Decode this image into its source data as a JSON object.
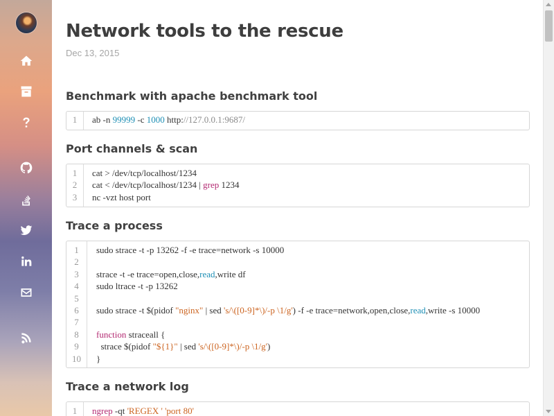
{
  "post": {
    "title": "Network tools to the rescue",
    "date": "Dec 13, 2015"
  },
  "sidebar": {
    "items": [
      {
        "icon": "home-icon"
      },
      {
        "icon": "archive-icon"
      },
      {
        "icon": "question-icon"
      },
      {
        "icon": "github-icon"
      },
      {
        "icon": "stackoverflow-icon"
      },
      {
        "icon": "twitter-icon"
      },
      {
        "icon": "linkedin-icon"
      },
      {
        "icon": "mail-icon"
      },
      {
        "icon": "rss-icon"
      }
    ]
  },
  "sections": [
    {
      "heading": "Benchmark with apache benchmark tool",
      "lines": [
        [
          [
            "ab -n ",
            ""
          ],
          [
            "99999",
            "num"
          ],
          [
            " -c ",
            ""
          ],
          [
            "1000",
            "num"
          ],
          [
            " http:",
            ""
          ],
          [
            "//127.0.0.1:9687/",
            "grey"
          ]
        ]
      ]
    },
    {
      "heading": "Port channels & scan",
      "lines": [
        [
          [
            "cat > /dev/tcp/localhost/1234",
            ""
          ]
        ],
        [
          [
            "cat < /dev/tcp/localhost/1234 | ",
            ""
          ],
          [
            "grep",
            "kw"
          ],
          [
            " 1234",
            ""
          ]
        ],
        [
          [
            "nc -vzt host port",
            ""
          ]
        ]
      ]
    },
    {
      "heading": "Trace a process",
      "lines": [
        [
          [
            "sudo strace -t -p 13262 -f -e trace=network -s 10000",
            ""
          ]
        ],
        [],
        [
          [
            "strace -t -e trace=open,close,",
            ""
          ],
          [
            "read",
            "blue"
          ],
          [
            ",write df",
            ""
          ]
        ],
        [
          [
            "sudo ltrace -t -p 13262",
            ""
          ]
        ],
        [],
        [
          [
            "sudo strace -t $(pidof ",
            ""
          ],
          [
            "\"nginx\"",
            "str"
          ],
          [
            " | sed ",
            ""
          ],
          [
            "'s/\\([0-9]*\\)/-p \\1/g'",
            "str"
          ],
          [
            ") -f -e trace=network,open,close,",
            ""
          ],
          [
            "read",
            "blue"
          ],
          [
            ",write -s 10000",
            ""
          ]
        ],
        [],
        [
          [
            "function",
            "kw"
          ],
          [
            " straceall {",
            ""
          ]
        ],
        [
          [
            "  strace $(pidof ",
            ""
          ],
          [
            "\"${1}\"",
            "str"
          ],
          [
            " | sed ",
            ""
          ],
          [
            "'s/\\([0-9]*\\)/-p \\1/g'",
            "str"
          ],
          [
            ")",
            ""
          ]
        ],
        [
          [
            "}",
            ""
          ]
        ]
      ]
    },
    {
      "heading": "Trace a network log",
      "lines": [
        [
          [
            "ngrep",
            "kw"
          ],
          [
            " -qt ",
            ""
          ],
          [
            "'REGEX '",
            "str"
          ],
          [
            " ",
            ""
          ],
          [
            "'port 80'",
            "str"
          ]
        ]
      ]
    }
  ]
}
